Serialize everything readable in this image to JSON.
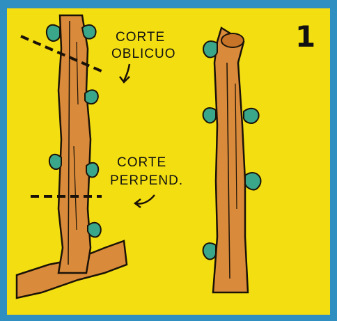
{
  "panel": {
    "number": "1",
    "label_oblique": [
      "CORTE",
      "OBLICUO"
    ],
    "label_perpendicular": [
      "CORTE",
      "PERPEND."
    ]
  },
  "colors": {
    "border_blue": "#2f8fc0",
    "background_yellow": "#f3de12",
    "bark_orange": "#d98a3a",
    "bud_green": "#3aa78a",
    "outline": "#1a1208"
  },
  "icons": [
    "branch-stem-left",
    "branch-stem-right",
    "bud-icon",
    "arrow-icon"
  ]
}
